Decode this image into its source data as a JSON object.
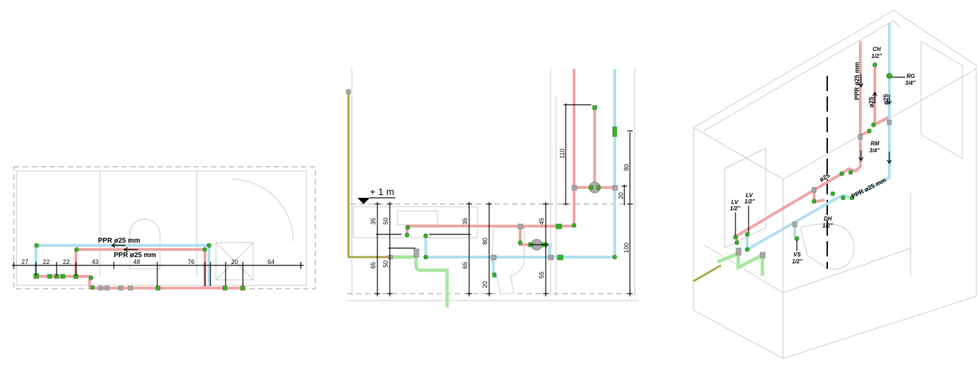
{
  "colors": {
    "hot_water": "#f2a3a3",
    "cold_water": "#aee0f0",
    "drain": "#a8e6a0",
    "gas": "#a5a545",
    "fitting": "#35b526"
  },
  "plan_view": {
    "pipe_label_top": "PPR ø25 mm",
    "pipe_label_bottom": "PPR ø25 mm",
    "dimensions": [
      "27",
      "22",
      "22",
      "43",
      "48",
      "76",
      "20",
      "64"
    ]
  },
  "elevation_view": {
    "level_marker": "+ 1 m",
    "dimensions": {
      "d35a": "35",
      "d50a": "50",
      "d35b": "35",
      "d45": "45",
      "d65a": "65",
      "d50b": "50",
      "d65b": "65",
      "d80a": "80",
      "d20a": "20",
      "d55": "55",
      "d110": "110",
      "d80b": "80",
      "d20b": "20",
      "d100": "100"
    }
  },
  "isometric_view": {
    "labels": {
      "ch": "CH",
      "ch_size": "1/2\"",
      "rg": "RG",
      "rg_size": "3/4\"",
      "rm": "RM",
      "rm_size": "3/4\"",
      "ppr_vertical": "PPR ø25 mm",
      "d25_hot": "ø25",
      "d25_cold": "ø25",
      "d25_branch": "ø25",
      "ppr_horizontal": "PPR ø25 mm",
      "lv1": "LV",
      "lv1_size": "1/2\"",
      "lv2": "LV",
      "lv2_size": "1/2\"",
      "dh": "DH",
      "dh_size": "1/2\"",
      "vs": "VS",
      "vs_size": "1/2\""
    }
  }
}
